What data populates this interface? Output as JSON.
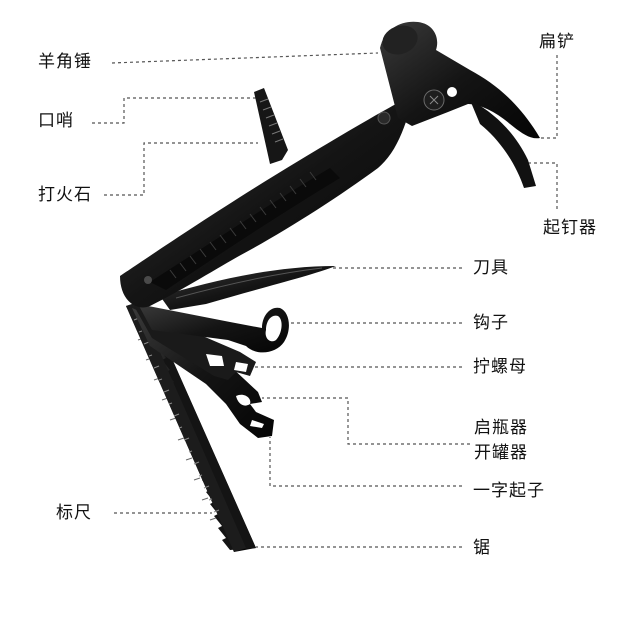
{
  "colors": {
    "background": "#ffffff",
    "tool": "#141414",
    "tool_highlight": "#3a3a3a",
    "leader": "#555555",
    "text": "#111111"
  },
  "labels": {
    "claw_hammer": "羊角锤",
    "whistle": "口哨",
    "fire_starter": "打火石",
    "ruler": "标尺",
    "flat_shovel": "扁铲",
    "nail_puller": "起钉器",
    "knife": "刀具",
    "hook": "钩子",
    "nut_wrench": "拧螺母",
    "bottle_opener": "启瓶器",
    "can_opener": "开罐器",
    "flat_screwdriver": "一字起子",
    "saw": "锯"
  }
}
